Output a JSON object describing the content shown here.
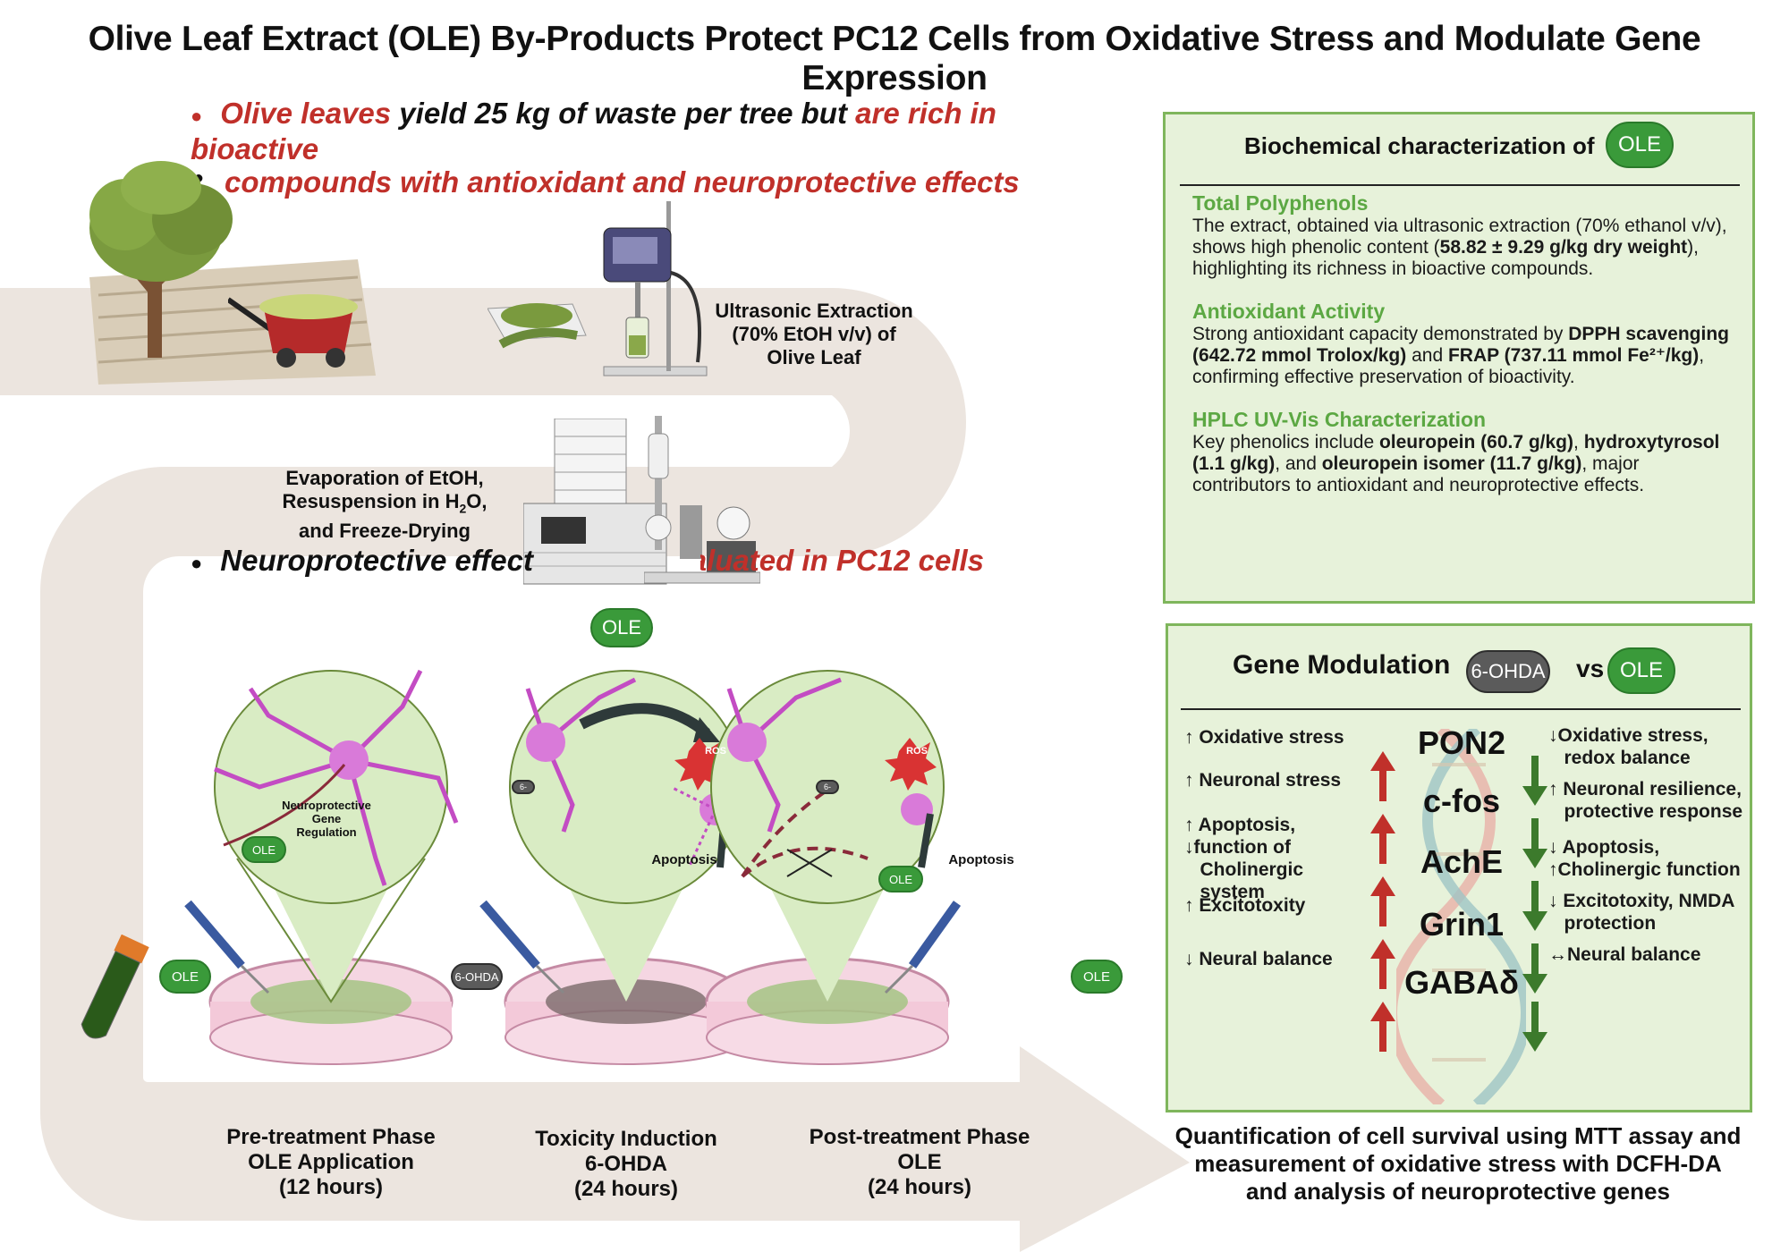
{
  "title": "Olive Leaf Extract (OLE) By-Products Protect PC12 Cells from Oxidative Stress and Modulate Gene Expression",
  "bullets": {
    "first": {
      "seg1": "Olive leaves",
      "seg2": " yield 25 kg of waste per tree but ",
      "seg3": "are rich in bioactive",
      "seg4": "compounds with antioxidant and neuroprotective effects"
    },
    "second": {
      "seg1": "Neuroprotective effect",
      "seg2": "evaluated in PC12 cells"
    }
  },
  "steps": {
    "ultrasonic": [
      "Ultrasonic Extraction",
      "(70% EtOH v/v) of",
      "Olive Leaf"
    ],
    "evaporation": [
      "Evaporation of EtOH,",
      "Resuspension in H",
      "2",
      "O,",
      "and Freeze-Drying"
    ]
  },
  "pills": {
    "ole": "OLE",
    "ohda": "6-OHDA"
  },
  "bubbles": {
    "pretreat_label": [
      "Neuroprotective",
      "Gene",
      "Regulation"
    ],
    "ros": "ROS",
    "apoptosis": "Apoptosis",
    "ohda_small": "6-"
  },
  "phases": [
    {
      "lines": [
        "Pre-treatment Phase",
        "OLE Application",
        "(12 hours)"
      ]
    },
    {
      "lines": [
        "Toxicity Induction",
        "6-OHDA",
        "(24 hours)"
      ]
    },
    {
      "lines": [
        "Post-treatment Phase",
        "OLE",
        "(24 hours)"
      ]
    }
  ],
  "biochem": {
    "heading": "Biochemical characterization  of",
    "sections": [
      {
        "title": "Total Polyphenols",
        "parts": [
          {
            "t": "The extract, obtained via ultrasonic extraction (70% ethanol v/v), shows high phenolic content (",
            "b": false
          },
          {
            "t": "58.82 ± 9.29 g/kg dry weight",
            "b": true
          },
          {
            "t": "), highlighting its richness in bioactive compounds.",
            "b": false
          }
        ]
      },
      {
        "title": "Antioxidant Activity",
        "parts": [
          {
            "t": " Strong antioxidant capacity demonstrated by ",
            "b": false
          },
          {
            "t": "DPPH scavenging (642.72 mmol Trolox/kg)",
            "b": true
          },
          {
            "t": " and ",
            "b": false
          },
          {
            "t": "FRAP (737.11 mmol Fe²⁺/kg)",
            "b": true
          },
          {
            "t": ", confirming effective preservation of bioactivity.",
            "b": false
          }
        ]
      },
      {
        "title": "HPLC UV-Vis Characterization",
        "parts": [
          {
            "t": " Key phenolics include ",
            "b": false
          },
          {
            "t": "oleuropein (60.7 g/kg)",
            "b": true
          },
          {
            "t": ", ",
            "b": false
          },
          {
            "t": "hydroxytyrosol (1.1 g/kg)",
            "b": true
          },
          {
            "t": ", and ",
            "b": false
          },
          {
            "t": "oleuropein isomer (11.7 g/kg)",
            "b": true
          },
          {
            "t": ", major contributors to antioxidant and neuroprotective effects.",
            "b": false
          }
        ]
      }
    ]
  },
  "gene_modulation": {
    "heading": "Gene Modulation",
    "vs": "vs",
    "left_effects": [
      "↑ Oxidative stress",
      "↑ Neuronal stress",
      "↑ Apoptosis,\n↓function of\n   Cholinergic\n   system",
      "↑ Excitotoxity",
      "↓ Neural balance"
    ],
    "genes": [
      "PON2",
      "c-fos",
      "AchE",
      "Grin1",
      "GABAδ"
    ],
    "right_effects": [
      "↓Oxidative stress,\n   redox balance",
      "↑ Neuronal resilience,\n   protective response",
      "↓ Apoptosis,\n↑Cholinergic function",
      "↓ Excitotoxity, NMDA\n   protection",
      "↔Neural balance"
    ],
    "colors": {
      "up_arrow": "#c0302a",
      "down_arrow": "#3c7a2c"
    }
  },
  "bottom_summary": [
    "Quantification of cell survival using MTT assay and",
    "measurement of oxidative stress with DCFH-DA",
    "and analysis of neuroprotective genes"
  ],
  "colors": {
    "accent_red": "#c0302a",
    "ole_green": "#3a9a3a",
    "panel_bg": "#e7f2da",
    "panel_border": "#7fb65c",
    "section_green": "#5ca843",
    "flow_band": "#ece5df"
  }
}
